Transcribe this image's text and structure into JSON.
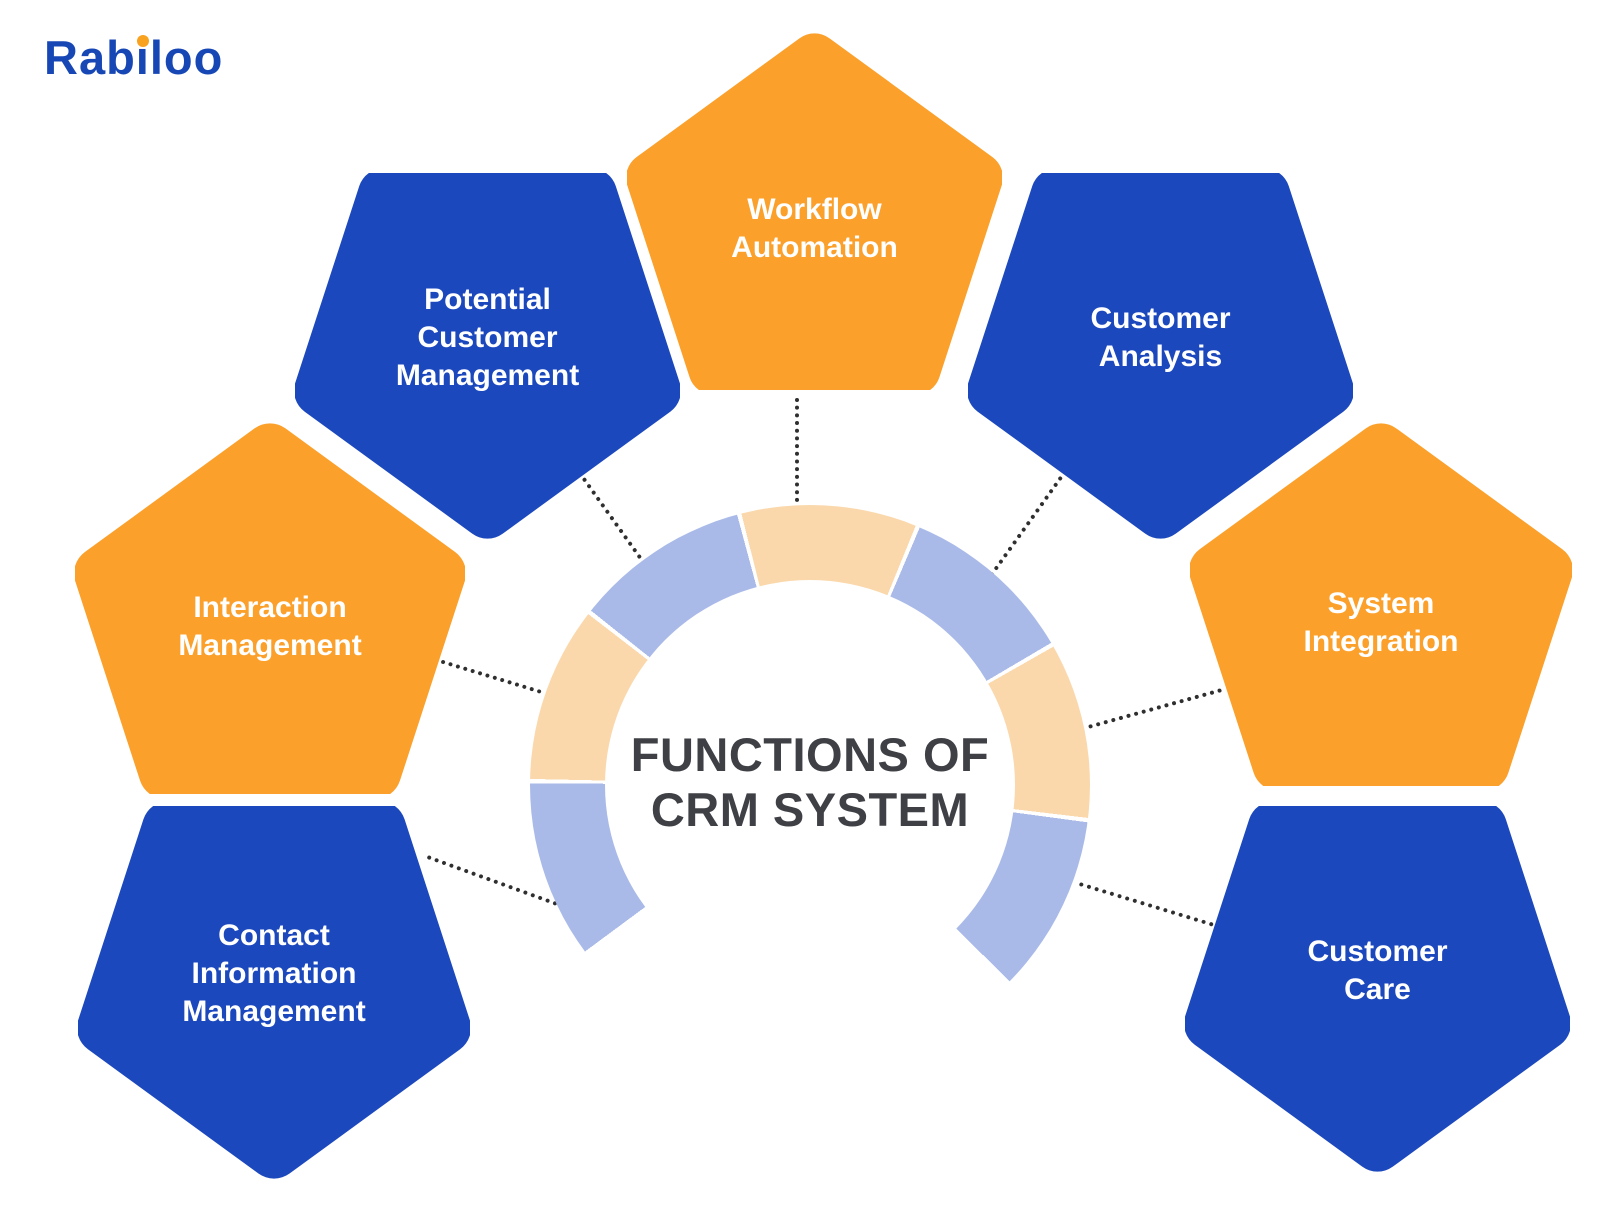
{
  "brand": {
    "name": "Rabiloo",
    "text_before_dot": "Rab",
    "dotless_i": "ı",
    "text_after_dot": "loo"
  },
  "center": {
    "title": "FUNCTIONS OF\nCRM SYSTEM"
  },
  "pentagons": [
    {
      "id": "contact",
      "label": "Contact\nInformation\nManagement",
      "color": "blue",
      "orientation": "down"
    },
    {
      "id": "interaction",
      "label": "Interaction\nManagement",
      "color": "orange",
      "orientation": "up"
    },
    {
      "id": "potential",
      "label": "Potential\nCustomer\nManagement",
      "color": "blue",
      "orientation": "down"
    },
    {
      "id": "workflow",
      "label": "Workflow\nAutomation",
      "color": "orange",
      "orientation": "up"
    },
    {
      "id": "analysis",
      "label": "Customer\nAnalysis",
      "color": "blue",
      "orientation": "down"
    },
    {
      "id": "integration",
      "label": "System\nIntegration",
      "color": "orange",
      "orientation": "up"
    },
    {
      "id": "care",
      "label": "Customer\nCare",
      "color": "blue",
      "orientation": "down"
    }
  ],
  "ring": {
    "segment_count": 7,
    "segment_colors": [
      "#a9bae9",
      "#fad8ac",
      "#a9bae9",
      "#fad8ac",
      "#a9bae9",
      "#fad8ac",
      "#a9bae9"
    ],
    "opening": "bottom"
  },
  "colors": {
    "pentagon_blue": "#1c48bd",
    "pentagon_orange": "#fba02b",
    "ring_light_blue": "#a9bae9",
    "ring_light_orange": "#fad8ac",
    "title_gray": "#3e4045",
    "logo_blue": "#1747b5",
    "logo_dot_orange": "#f8a21f",
    "connector_dots": "#2f2f2f"
  }
}
